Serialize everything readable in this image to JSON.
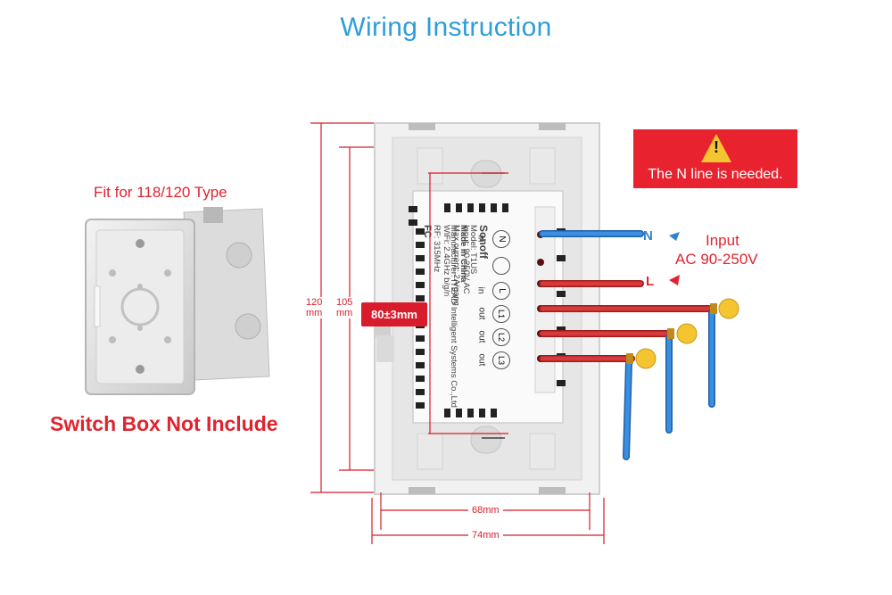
{
  "title": "Wiring Instruction",
  "box": {
    "fit_label": "Fit for 118/120 Type",
    "not_include": "Switch Box Not Include"
  },
  "dimensions": {
    "height_outer_value": "120",
    "height_inner_value": "105",
    "unit": "mm",
    "measure_box": "80±3mm",
    "width_inner": "68mm",
    "width_outer": "74mm"
  },
  "warning": {
    "icon_symbol": "!",
    "text": "The N line is needed."
  },
  "input": {
    "label_line1": "Input",
    "label_line2": "AC 90-250V",
    "n_label": "N",
    "l_label": "L"
  },
  "module": {
    "brand": "Sonoff",
    "model": "Model: T1US",
    "made_in": "Made in China",
    "manufacturer": "Manufacturer: ITEAD Intelligent Systems Co.,Ltd",
    "input_spec": "Input: 90-250V AC",
    "max_current": "Max.current: 2A/gang",
    "wifi": "WiFi: 2.4GHz b/g/n",
    "rf": "RF: 315MHz",
    "fc_mark": "FC",
    "terminals": [
      "N",
      "L",
      "L1",
      "L2",
      "L3"
    ],
    "terminal_labels": [
      "in",
      "in",
      "out",
      "out",
      "out"
    ]
  },
  "colors": {
    "title_blue": "#2f9ed8",
    "accent_red": "#e0242f",
    "wire_blue": "#2e82d2",
    "wire_red": "#d42a2a",
    "bulb_yellow": "#f5c431"
  }
}
